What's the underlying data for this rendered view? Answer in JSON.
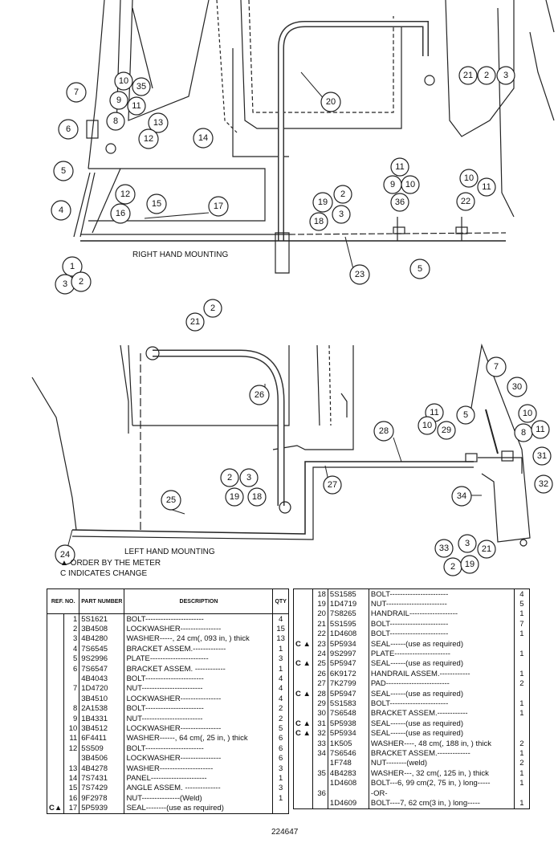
{
  "captions": {
    "right": "RIGHT HAND MOUNTING",
    "left": "LEFT HAND MOUNTING"
  },
  "legend": {
    "line1": "▲ ORDER BY THE METER",
    "line2": "C INDICATES CHANGE"
  },
  "figure_number": "224647",
  "table_headers": {
    "ref": "REF. NO.",
    "part": "PART NUMBER",
    "desc": "DESCRIPTION",
    "qty": "QTY"
  },
  "parts_left": [
    {
      "mk": "",
      "ref": "1",
      "pn": "5S1621",
      "desc": "BOLT-----------------------",
      "qty": "4"
    },
    {
      "mk": "",
      "ref": "2",
      "pn": "3B4508",
      "desc": "LOCKWASHER----------------",
      "qty": "15"
    },
    {
      "mk": "",
      "ref": "3",
      "pn": "4B4280",
      "desc": "WASHER-----, 24 cm(, 093 in, ) thick",
      "qty": "13"
    },
    {
      "mk": "",
      "ref": "4",
      "pn": "7S6545",
      "desc": "BRACKET ASSEM.-------------",
      "qty": "1"
    },
    {
      "mk": "",
      "ref": "5",
      "pn": "9S2996",
      "desc": "PLATE-----------------------",
      "qty": "3"
    },
    {
      "mk": "",
      "ref": "6",
      "pn": "7S6547",
      "desc": "BRACKET ASSEM. ------------",
      "qty": "1"
    },
    {
      "mk": "",
      "ref": "",
      "pn": "4B4043",
      "desc": "BOLT-----------------------",
      "qty": "4"
    },
    {
      "mk": "",
      "ref": "7",
      "pn": "1D4720",
      "desc": "NUT------------------------",
      "qty": "4"
    },
    {
      "mk": "",
      "ref": "",
      "pn": "3B4510",
      "desc": "LOCKWASHER----------------",
      "qty": "4"
    },
    {
      "mk": "",
      "ref": "8",
      "pn": "2A1538",
      "desc": "BOLT-----------------------",
      "qty": "2"
    },
    {
      "mk": "",
      "ref": "9",
      "pn": "1B4331",
      "desc": "NUT------------------------",
      "qty": "2"
    },
    {
      "mk": "",
      "ref": "10",
      "pn": "3B4512",
      "desc": "LOCKWASHER----------------",
      "qty": "5"
    },
    {
      "mk": "",
      "ref": "11",
      "pn": "6F4411",
      "desc": "WASHER------, 64 cm(, 25 in, ) thick",
      "qty": "6"
    },
    {
      "mk": "",
      "ref": "12",
      "pn": "5S509",
      "desc": "BOLT-----------------------",
      "qty": "6"
    },
    {
      "mk": "",
      "ref": "",
      "pn": "3B4506",
      "desc": "LOCKWASHER----------------",
      "qty": "6"
    },
    {
      "mk": "",
      "ref": "13",
      "pn": "4B4278",
      "desc": "WASHER---------------------",
      "qty": "3"
    },
    {
      "mk": "",
      "ref": "14",
      "pn": "7S7431",
      "desc": "PANEL----------------------",
      "qty": "1"
    },
    {
      "mk": "",
      "ref": "15",
      "pn": "7S7429",
      "desc": "ANGLE ASSEM. --------------",
      "qty": "3"
    },
    {
      "mk": "",
      "ref": "16",
      "pn": "9F2978",
      "desc": "NUT---------------(Weld)",
      "qty": "1"
    },
    {
      "mk": "C▲",
      "ref": "17",
      "pn": "5P5939",
      "desc": "SEAL--------(use as required)",
      "qty": ""
    }
  ],
  "parts_right": [
    {
      "mk": "",
      "ref": "18",
      "pn": "5S1585",
      "desc": "BOLT-----------------------",
      "qty": "4"
    },
    {
      "mk": "",
      "ref": "19",
      "pn": "1D4719",
      "desc": "NUT------------------------",
      "qty": "5"
    },
    {
      "mk": "",
      "ref": "20",
      "pn": "7S8265",
      "desc": "HANDRAIL-------------------",
      "qty": "1"
    },
    {
      "mk": "",
      "ref": "21",
      "pn": "5S1595",
      "desc": "BOLT-----------------------",
      "qty": "7"
    },
    {
      "mk": "",
      "ref": "22",
      "pn": "1D4608",
      "desc": "BOLT-----------------------",
      "qty": "1"
    },
    {
      "mk": "C ▲",
      "ref": "23",
      "pn": "5P5934",
      "desc": "SEAL------(use as required)",
      "qty": ""
    },
    {
      "mk": "",
      "ref": "24",
      "pn": "9S2997",
      "desc": "PLATE----------------------",
      "qty": "1"
    },
    {
      "mk": "C ▲",
      "ref": "25",
      "pn": "5P5947",
      "desc": "SEAL------(use as required)",
      "qty": ""
    },
    {
      "mk": "",
      "ref": "26",
      "pn": "6K9172",
      "desc": "HANDRAIL ASSEM.------------",
      "qty": "1"
    },
    {
      "mk": "",
      "ref": "27",
      "pn": "7K2799",
      "desc": "PAD-------------------------",
      "qty": "2"
    },
    {
      "mk": "C ▲",
      "ref": "28",
      "pn": "5P5947",
      "desc": "SEAL------(use as required)",
      "qty": ""
    },
    {
      "mk": "",
      "ref": "29",
      "pn": "5S1583",
      "desc": "BOLT-----------------------",
      "qty": "1"
    },
    {
      "mk": "",
      "ref": "30",
      "pn": "7S6548",
      "desc": "BRACKET ASSEM.------------",
      "qty": "1"
    },
    {
      "mk": "C ▲",
      "ref": "31",
      "pn": "5P5938",
      "desc": "SEAL------(use as required)",
      "qty": ""
    },
    {
      "mk": "C ▲",
      "ref": "32",
      "pn": "5P5934",
      "desc": "SEAL------(use as required)",
      "qty": ""
    },
    {
      "mk": "",
      "ref": "33",
      "pn": "1K505",
      "desc": "WASHER----, 48 cm(, 188 in, ) thick",
      "qty": "2"
    },
    {
      "mk": "",
      "ref": "34",
      "pn": "7S6546",
      "desc": "BRACKET ASSEM.-------------",
      "qty": "1"
    },
    {
      "mk": "",
      "ref": "",
      "pn": "1F748",
      "desc": "     NUT--------(weld)",
      "qty": "2"
    },
    {
      "mk": "",
      "ref": "35",
      "pn": "4B4283",
      "desc": "WASHER---, 32 cm(, 125 in, ) thick",
      "qty": "1"
    },
    {
      "mk": "",
      "ref": "",
      "pn": "1D4608",
      "desc": "BOLT---6, 99 cm(2, 75 in, ) long-----",
      "qty": "1"
    },
    {
      "mk": "",
      "ref": "36",
      "pn": "",
      "desc": "             -OR-",
      "qty": ""
    },
    {
      "mk": "",
      "ref": "",
      "pn": "1D4609",
      "desc": "BOLT----7, 62 cm(3 in, ) long-----",
      "qty": "1"
    }
  ],
  "callouts": [
    "7",
    "10",
    "35",
    "9",
    "11",
    "13",
    "6",
    "8",
    "12",
    "14",
    "5",
    "12",
    "15",
    "4",
    "16",
    "17",
    "1",
    "3",
    "2",
    "20",
    "21",
    "2",
    "3",
    "11",
    "9",
    "10",
    "36",
    "19",
    "2",
    "18",
    "3",
    "10",
    "11",
    "22",
    "23",
    "5",
    "2",
    "21",
    "26",
    "25",
    "3",
    "2",
    "19",
    "18",
    "27",
    "28",
    "11",
    "10",
    "29",
    "5",
    "7",
    "30",
    "10",
    "8",
    "11",
    "31",
    "32",
    "34",
    "33",
    "3",
    "21",
    "2",
    "19",
    "24"
  ]
}
